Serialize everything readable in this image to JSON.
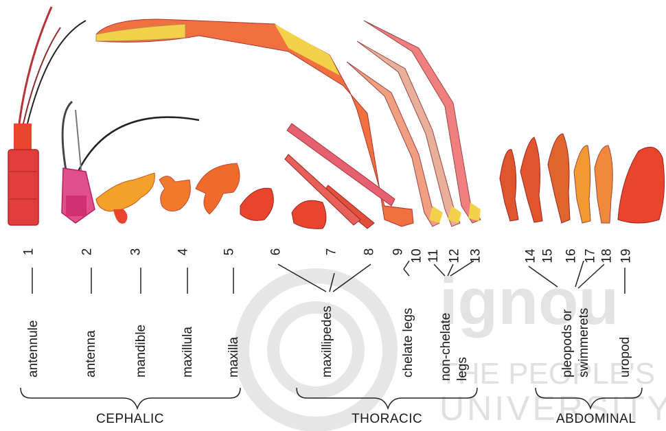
{
  "appendages": [
    {
      "number": "1",
      "label": "antennule"
    },
    {
      "number": "2",
      "label": "antenna"
    },
    {
      "number": "3",
      "label": "mandible"
    },
    {
      "number": "4",
      "label": "maxillula"
    },
    {
      "number": "5",
      "label": "maxilla"
    },
    {
      "number": "6"
    },
    {
      "number": "7"
    },
    {
      "number": "8"
    },
    {
      "number": "9"
    },
    {
      "number": "10"
    },
    {
      "number": "11"
    },
    {
      "number": "12"
    },
    {
      "number": "13"
    },
    {
      "number": "14"
    },
    {
      "number": "15"
    },
    {
      "number": "16"
    },
    {
      "number": "17"
    },
    {
      "number": "18"
    },
    {
      "number": "19"
    }
  ],
  "group_labels": {
    "maxillipedes": "maxillipedes",
    "chelate_legs": "chelate legs",
    "non_chelate_line1": "non-chelate",
    "non_chelate_line2": "legs",
    "pleopods_line1": "pleopods or",
    "pleopods_line2": "swimmerets",
    "uropod": "uropod"
  },
  "regions": {
    "cephalic": "CEPHALIC",
    "thoracic": "THORACIC",
    "abdominal": "ABDOMINAL"
  },
  "watermark": {
    "brand": "ignou",
    "line1": "THE PEOPLE'S",
    "line2": "UNIVERSITY"
  },
  "colors": {
    "red": "#e8452c",
    "orange": "#f07a2a",
    "yellow": "#f3d24a",
    "pink": "#e0508a",
    "line": "#222222"
  }
}
